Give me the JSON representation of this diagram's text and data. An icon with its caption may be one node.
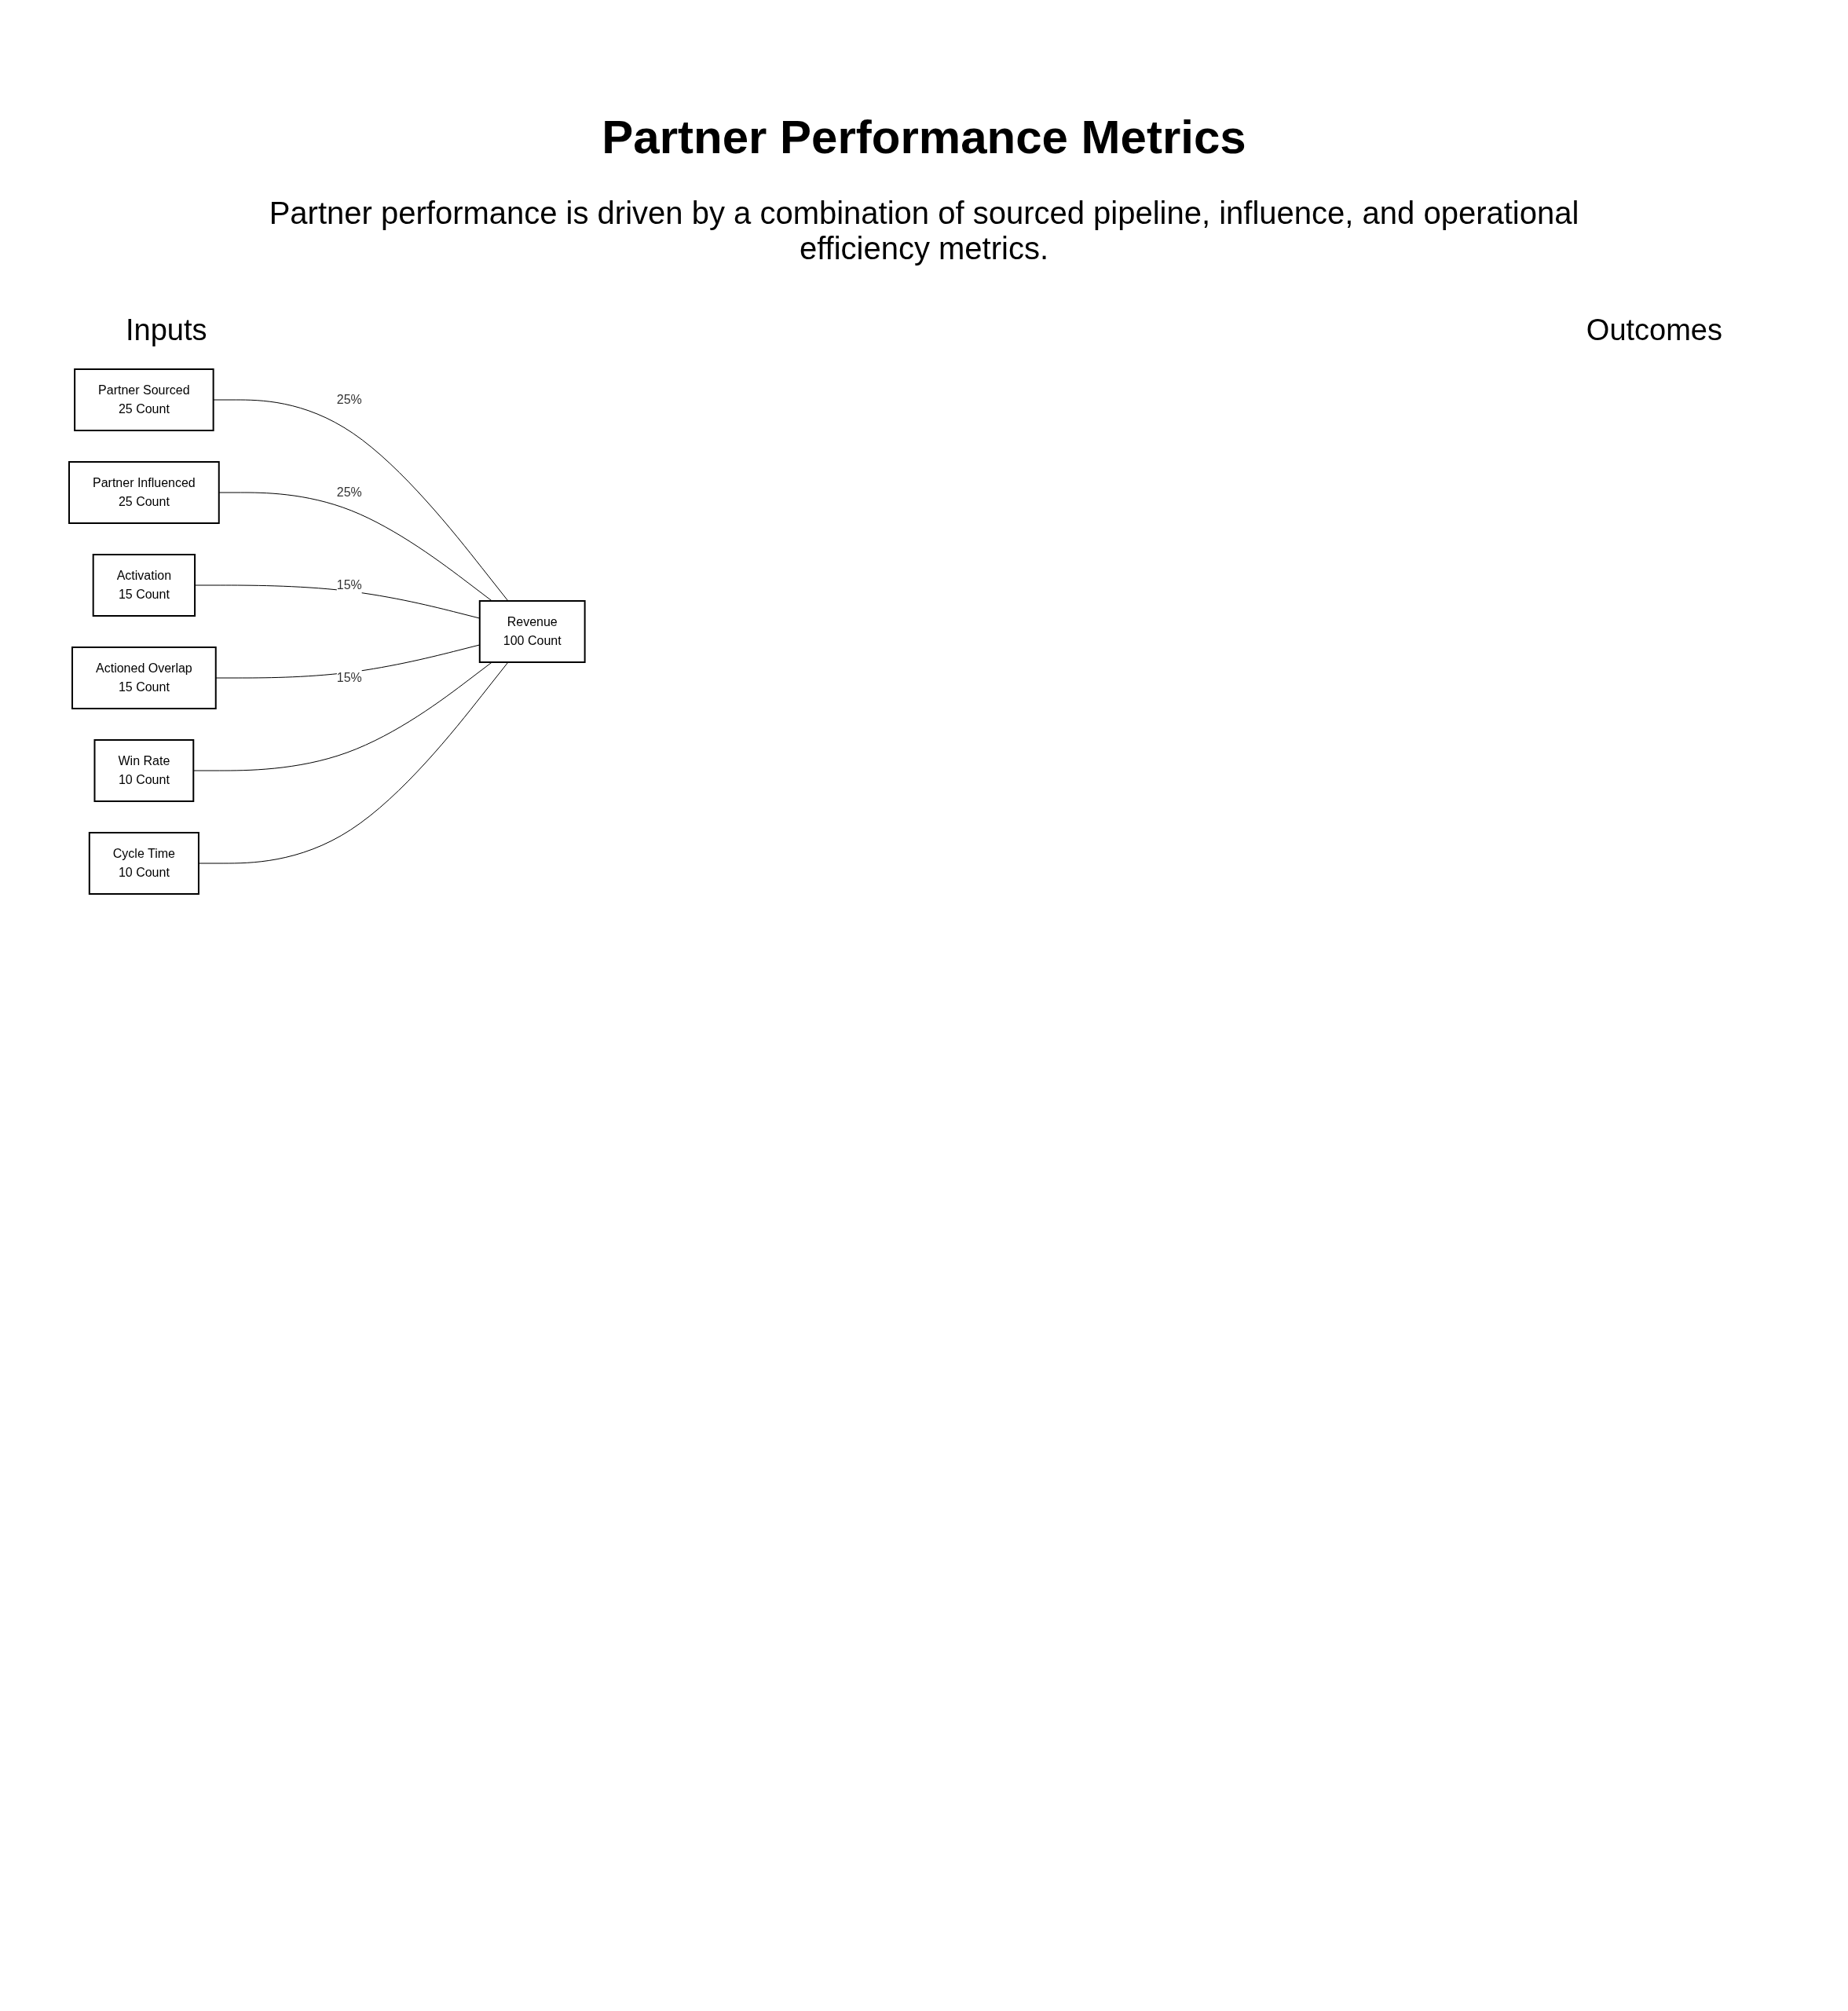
{
  "diagram": {
    "title": "Partner Performance Metrics",
    "caption": "Partner performance is driven by a combination of sourced pipeline, influence, and operational efficiency metrics.",
    "nodes": [
      {
        "text": [
          "Partner Sourced",
          "25 Count"
        ]
      },
      {
        "text": [
          "Partner Influenced",
          "25 Count"
        ]
      },
      {
        "text": [
          "Activation",
          "15 Count"
        ]
      },
      {
        "text": [
          "Actioned Overlap",
          "15 Count"
        ]
      },
      {
        "text": [
          "Win Rate",
          "10 Count"
        ]
      },
      {
        "text": [
          "Cycle Time",
          "10 Count"
        ]
      },
      {
        "text": [
          "Revenue",
          "100 Count"
        ]
      }
    ],
    "edges": [
      {
        "from": 0,
        "to": 6,
        "arrow": "none",
        "label": "25%"
      },
      {
        "from": 1,
        "to": 6,
        "arrow": "none",
        "label": "25%"
      },
      {
        "from": 2,
        "to": 6,
        "arrow": "none",
        "label": "15%"
      },
      {
        "from": 3,
        "to": 6,
        "arrow": "none",
        "label": "15%"
      },
      {
        "from": 4,
        "to": 6,
        "arrow": "none"
      },
      {
        "from": 5,
        "to": 6,
        "arrow": "none"
      }
    ],
    "labels": [
      "Inputs",
      "Outcomes"
    ]
  }
}
